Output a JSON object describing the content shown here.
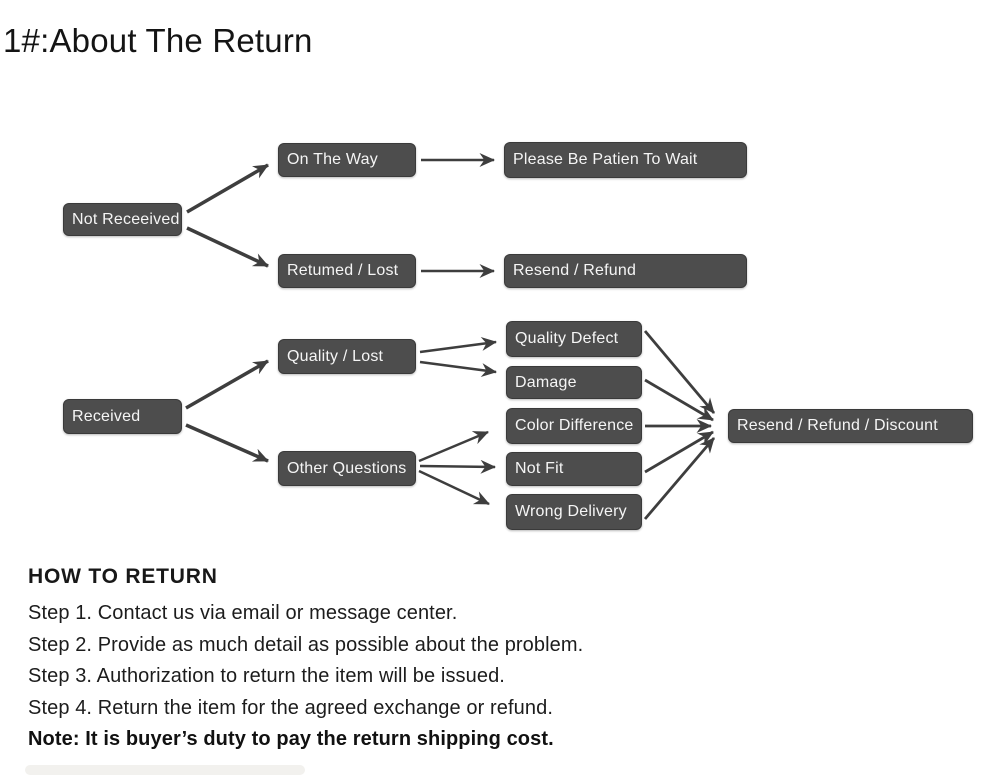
{
  "page_title": "1#:About The Return",
  "flowchart": {
    "nodes": {
      "not_received": "Not Receeived",
      "on_the_way": "On The Way",
      "please_wait": "Please Be Patien To Wait",
      "returned_lost": "Retumed / Lost",
      "resend_refund": "Resend / Refund",
      "received": "Received",
      "quality_lost": "Quality / Lost",
      "other_questions": "Other Questions",
      "quality_defect": "Quality Defect",
      "damage": "Damage",
      "color_difference": "Color Difference",
      "not_fit": "Not Fit",
      "wrong_delivery": "Wrong Delivery",
      "resend_refund_discount": "Resend / Refund / Discount"
    },
    "colors": {
      "node_background": "#4d4d4d",
      "node_text": "#f5f5f5",
      "arrow": "#3e3e3e"
    }
  },
  "how_to_return": {
    "heading": "HOW TO RETURN",
    "steps": [
      "Step 1. Contact us via email or message center.",
      "Step 2. Provide as much detail as possible about the problem.",
      "Step 3. Authorization to return the item will be issued.",
      "Step 4. Return the item for the agreed exchange or refund."
    ],
    "note": "Note: It is buyer’s duty to pay the return shipping cost."
  }
}
